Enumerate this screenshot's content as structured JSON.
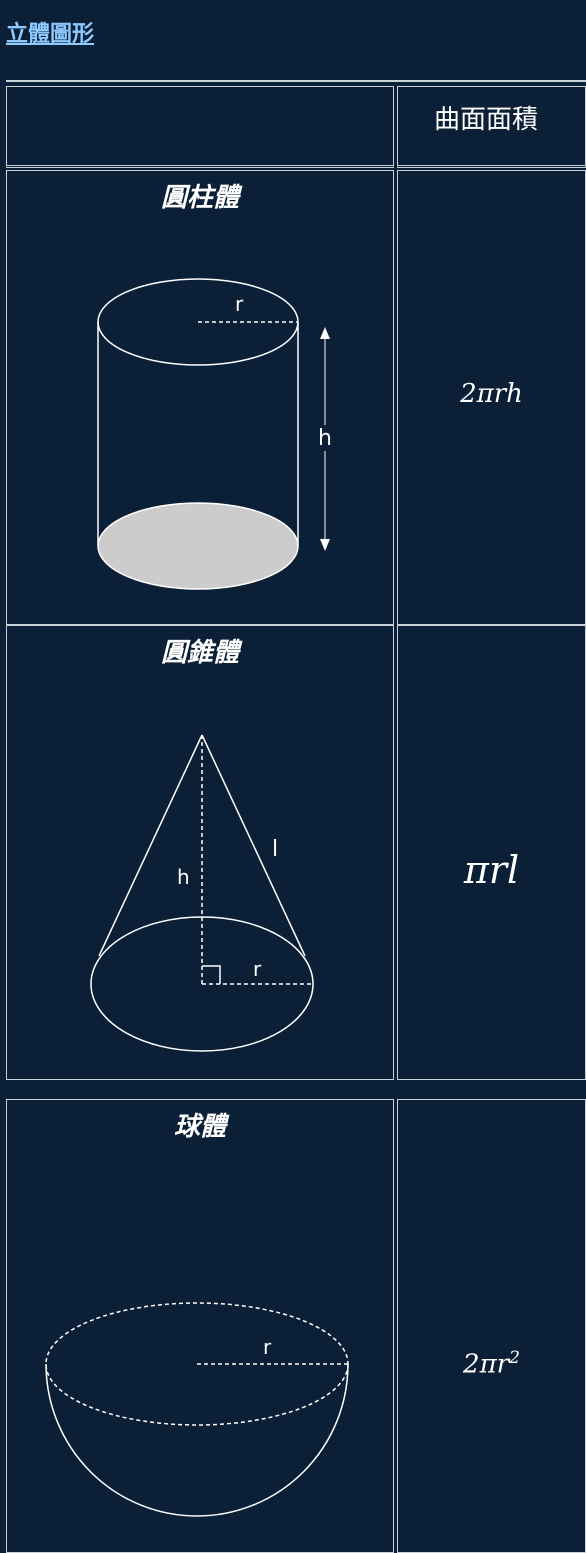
{
  "header": {
    "link_label": "立體圖形"
  },
  "table": {
    "col_header_right": "曲面面積",
    "rows": [
      {
        "shape_name": "圓柱體",
        "labels": {
          "radius": "r",
          "height": "h"
        },
        "formula": "2πrh"
      },
      {
        "shape_name": "圓錐體",
        "labels": {
          "radius": "r",
          "height": "h",
          "slant": "l"
        },
        "formula": "πrl"
      },
      {
        "shape_name": "球體",
        "labels": {
          "radius": "r"
        },
        "formula_prefix": "2πr",
        "formula_exp": "2"
      }
    ]
  },
  "colors": {
    "background": "#0b1f36",
    "link": "#8ec9ff",
    "border": "#c8d0d8",
    "cylinder_base_fill": "#cccccc"
  }
}
